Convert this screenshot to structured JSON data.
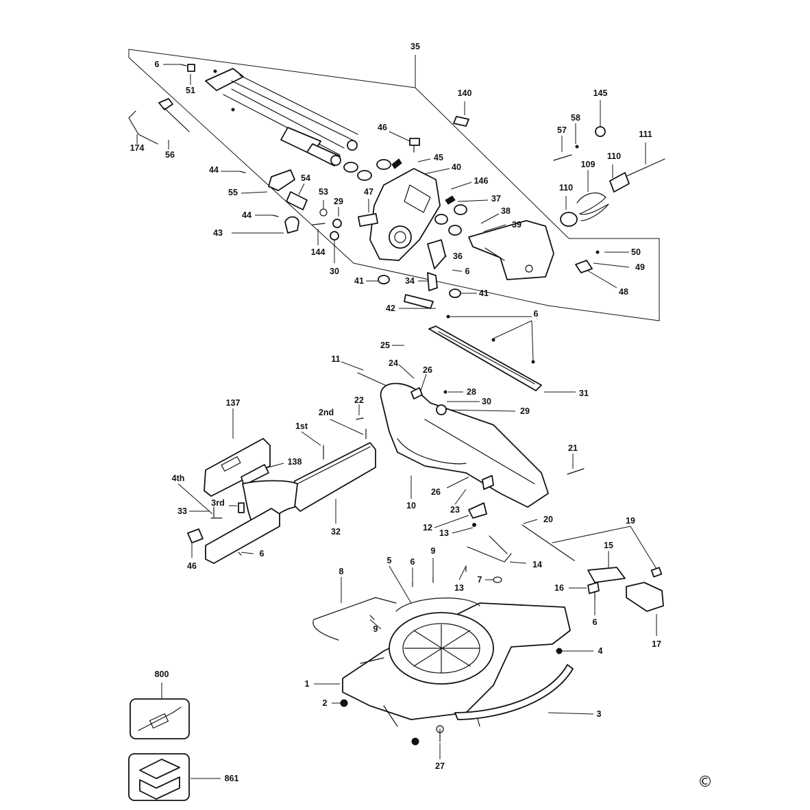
{
  "diagram": {
    "copyright": "©",
    "callouts": [
      {
        "id": "6a",
        "text": "6"
      },
      {
        "id": "51",
        "text": "51"
      },
      {
        "id": "35",
        "text": "35"
      },
      {
        "id": "140",
        "text": "140"
      },
      {
        "id": "145",
        "text": "145"
      },
      {
        "id": "174",
        "text": "174"
      },
      {
        "id": "56",
        "text": "56"
      },
      {
        "id": "46a",
        "text": "46"
      },
      {
        "id": "58",
        "text": "58"
      },
      {
        "id": "57",
        "text": "57"
      },
      {
        "id": "111",
        "text": "111"
      },
      {
        "id": "45",
        "text": "45"
      },
      {
        "id": "44a",
        "text": "44"
      },
      {
        "id": "40",
        "text": "40"
      },
      {
        "id": "110a",
        "text": "110"
      },
      {
        "id": "109",
        "text": "109"
      },
      {
        "id": "54",
        "text": "54"
      },
      {
        "id": "146",
        "text": "146"
      },
      {
        "id": "55",
        "text": "55"
      },
      {
        "id": "47",
        "text": "47"
      },
      {
        "id": "53",
        "text": "53"
      },
      {
        "id": "37",
        "text": "37"
      },
      {
        "id": "110b",
        "text": "110"
      },
      {
        "id": "29a",
        "text": "29"
      },
      {
        "id": "44b",
        "text": "44"
      },
      {
        "id": "38",
        "text": "38"
      },
      {
        "id": "39",
        "text": "39"
      },
      {
        "id": "43",
        "text": "43"
      },
      {
        "id": "144",
        "text": "144"
      },
      {
        "id": "50",
        "text": "50"
      },
      {
        "id": "36",
        "text": "36"
      },
      {
        "id": "49",
        "text": "49"
      },
      {
        "id": "30a",
        "text": "30"
      },
      {
        "id": "6b",
        "text": "6"
      },
      {
        "id": "41a",
        "text": "41"
      },
      {
        "id": "34",
        "text": "34"
      },
      {
        "id": "48",
        "text": "48"
      },
      {
        "id": "41b",
        "text": "41"
      },
      {
        "id": "42",
        "text": "42"
      },
      {
        "id": "6c",
        "text": "6"
      },
      {
        "id": "25",
        "text": "25"
      },
      {
        "id": "11",
        "text": "11"
      },
      {
        "id": "24",
        "text": "24"
      },
      {
        "id": "26a",
        "text": "26"
      },
      {
        "id": "28",
        "text": "28"
      },
      {
        "id": "31",
        "text": "31"
      },
      {
        "id": "30b",
        "text": "30"
      },
      {
        "id": "22",
        "text": "22"
      },
      {
        "id": "137",
        "text": "137"
      },
      {
        "id": "2nd",
        "text": "2nd"
      },
      {
        "id": "29b",
        "text": "29"
      },
      {
        "id": "1st",
        "text": "1st"
      },
      {
        "id": "21",
        "text": "21"
      },
      {
        "id": "138",
        "text": "138"
      },
      {
        "id": "4th",
        "text": "4th"
      },
      {
        "id": "26b",
        "text": "26"
      },
      {
        "id": "3rd",
        "text": "3rd"
      },
      {
        "id": "10",
        "text": "10"
      },
      {
        "id": "23",
        "text": "23"
      },
      {
        "id": "33",
        "text": "33"
      },
      {
        "id": "32",
        "text": "32"
      },
      {
        "id": "20",
        "text": "20"
      },
      {
        "id": "12",
        "text": "12"
      },
      {
        "id": "19",
        "text": "19"
      },
      {
        "id": "13a",
        "text": "13"
      },
      {
        "id": "6d",
        "text": "6"
      },
      {
        "id": "15",
        "text": "15"
      },
      {
        "id": "46b",
        "text": "46"
      },
      {
        "id": "14",
        "text": "14"
      },
      {
        "id": "8",
        "text": "8"
      },
      {
        "id": "5",
        "text": "5"
      },
      {
        "id": "6e",
        "text": "6"
      },
      {
        "id": "9a",
        "text": "9"
      },
      {
        "id": "7",
        "text": "7"
      },
      {
        "id": "13b",
        "text": "13"
      },
      {
        "id": "16",
        "text": "16"
      },
      {
        "id": "6f",
        "text": "6"
      },
      {
        "id": "9b",
        "text": "9"
      },
      {
        "id": "17",
        "text": "17"
      },
      {
        "id": "4",
        "text": "4"
      },
      {
        "id": "800",
        "text": "800"
      },
      {
        "id": "1",
        "text": "1"
      },
      {
        "id": "2",
        "text": "2"
      },
      {
        "id": "3",
        "text": "3"
      },
      {
        "id": "861",
        "text": "861"
      },
      {
        "id": "27",
        "text": "27"
      }
    ]
  }
}
